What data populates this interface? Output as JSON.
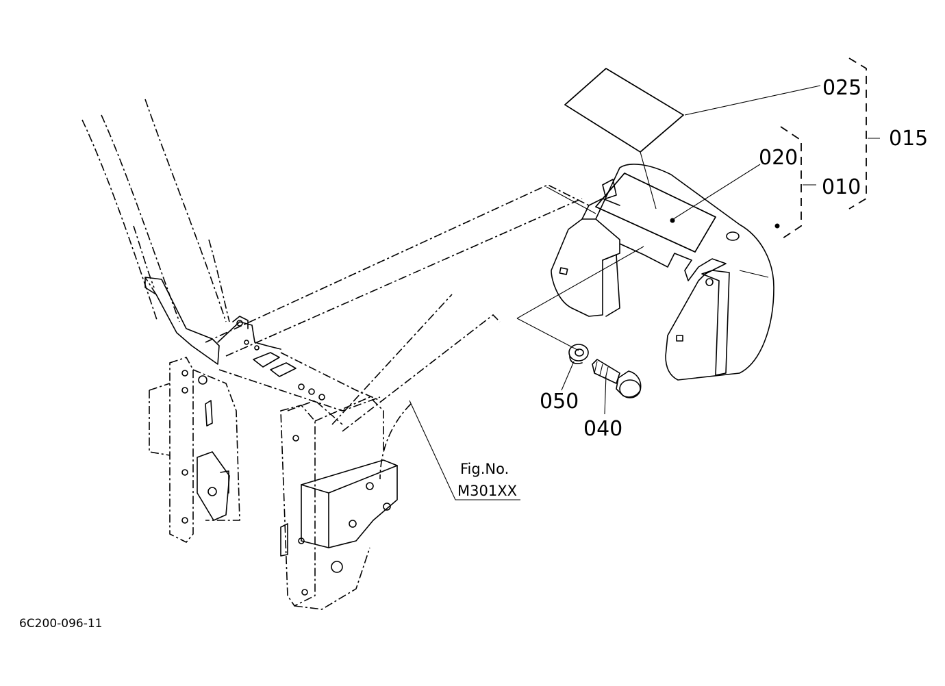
{
  "labels": {
    "p025": "025",
    "p015": "015",
    "p020": "020",
    "p010": "010",
    "p050": "050",
    "p040": "040",
    "fig_no": "Fig.No.",
    "fig_ref": "M301XX",
    "drawing_code": "6C200-096-11"
  }
}
